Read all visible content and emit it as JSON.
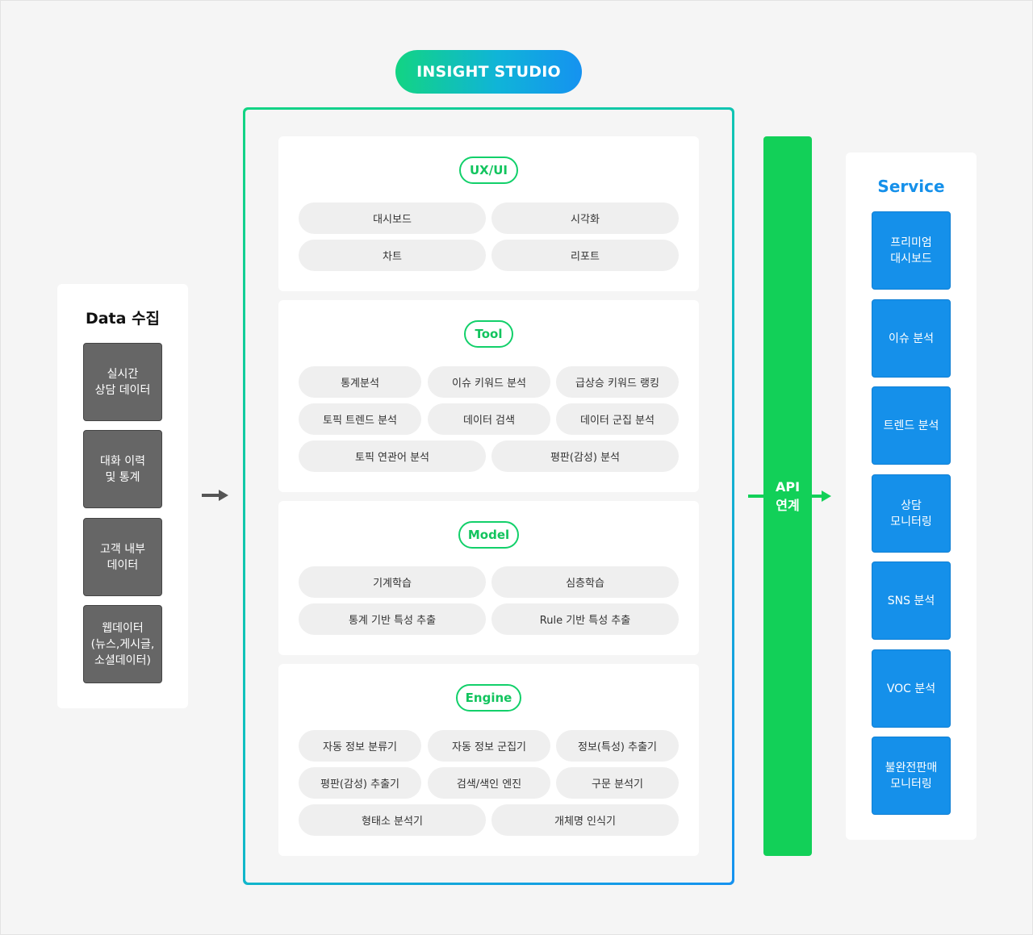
{
  "header": {
    "title": "INSIGHT STUDIO"
  },
  "data_panel": {
    "title": "Data 수집",
    "items": [
      "실시간\n상담 데이터",
      "대화 이력\n및 통계",
      "고객 내부\n데이터",
      "웹데이터\n(뉴스,게시글,\n소셜데이터)"
    ]
  },
  "sections": [
    {
      "title": "UX/UI",
      "chips": [
        "대시보드",
        "시각화",
        "차트",
        "리포트"
      ]
    },
    {
      "title": "Tool",
      "chips": [
        "통계분석",
        "이슈 키워드 분석",
        "급상승 키워드 랭킹",
        "토픽 트렌드 분석",
        "데이터 검색",
        "데이터 군집 분석",
        "토픽 연관어 분석",
        "평판(감성) 분석"
      ]
    },
    {
      "title": "Model",
      "chips": [
        "기계학습",
        "심층학습",
        "통계 기반 특성 추출",
        "Rule 기반 특성 추출"
      ]
    },
    {
      "title": "Engine",
      "chips": [
        "자동 정보 분류기",
        "자동 정보 군집기",
        "정보(특성) 추출기",
        "평판(감성) 추출기",
        "검색/색인 엔진",
        "구문 분석기",
        "형태소 분석기",
        "개체명 인식기"
      ]
    }
  ],
  "api": {
    "label": "API\n연계"
  },
  "service_panel": {
    "title": "Service",
    "items": [
      "프리미엄\n대시보드",
      "이슈 분석",
      "트렌드 분석",
      "상담\n모니터링",
      "SNS 분석",
      "VOC 분석",
      "불완전판매\n모니터링"
    ]
  },
  "colors": {
    "accent_green": "#12d058",
    "accent_blue": "#1590ea",
    "data_box": "#666666",
    "arrow_gray": "#555555"
  }
}
